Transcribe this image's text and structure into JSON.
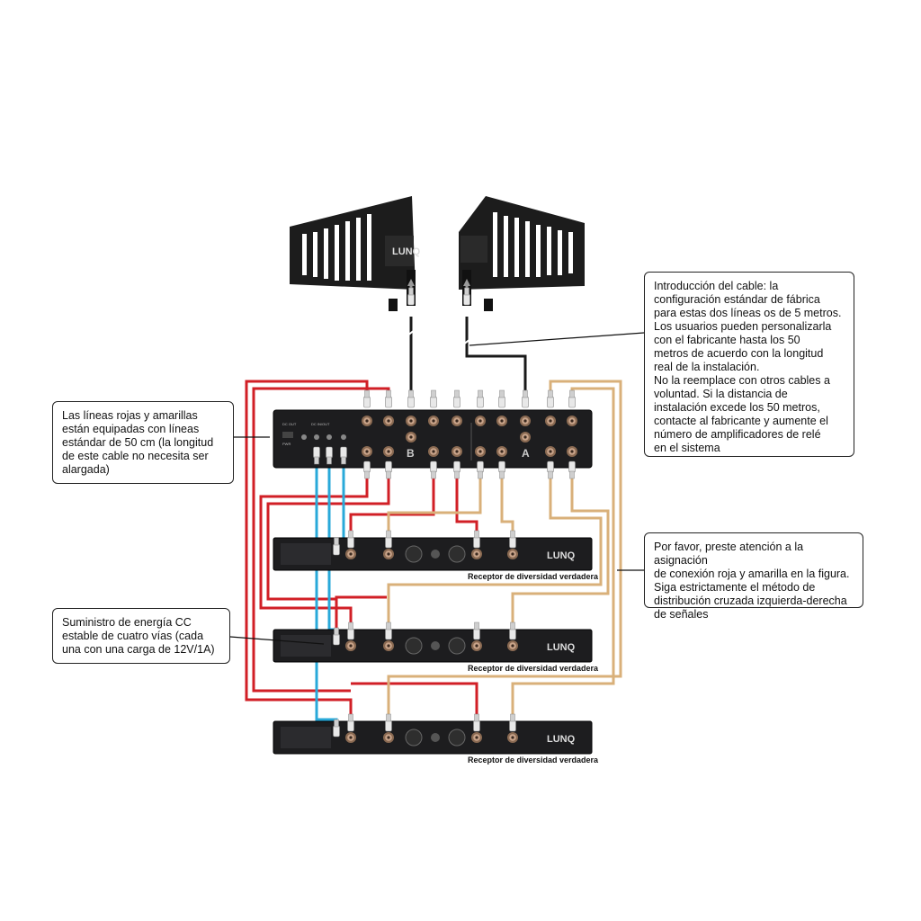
{
  "brand": "LUNQ",
  "antennas": [
    {
      "name": "left-antenna",
      "logo": "LUNQ"
    },
    {
      "name": "right-antenna",
      "logo": ""
    }
  ],
  "distributor": {
    "port_labels": [
      "B",
      "A"
    ],
    "small_labels": [
      "DC OUT",
      "DC IN/OUT",
      "PWR"
    ]
  },
  "receivers": [
    {
      "caption": "Receptor de diversidad verdadera",
      "logo": "LUNQ"
    },
    {
      "caption": "Receptor de diversidad verdadera",
      "logo": "LUNQ"
    },
    {
      "caption": "Receptor de diversidad verdadera",
      "logo": "LUNQ"
    }
  ],
  "callouts": {
    "cable": "Introducción del cable: la\nconfiguración estándar de fábrica\npara estas dos líneas os de 5 metros.\nLos usuarios pueden personalizarla\ncon el fabricante hasta los 50\nmetros de acuerdo con la longitud\nreal de la instalación.\nNo la reemplace con otros cables a\nvoluntad. Si la distancia de\ninstalación excede los 50 metros,\ncontacte al fabricante y aumente el\nnúmero de amplificadores de relé\nen el sistema",
    "lines": "Las líneas rojas y amarillas\nestán equipadas con líneas\nestándar de 50 cm (la longitud\nde este cable no necesita ser\nalargada)",
    "assign": "Por favor, preste atención a la asignación\nde conexión roja y amarilla en la figura.\nSiga estrictamente el método de\ndistribución cruzada izquierda-derecha\nde señales",
    "power": "Suministro de energía CC\nestable de cuatro vías (cada\nuna con una carga de 12V/1A)"
  },
  "colors": {
    "red_cable": "#d11f26",
    "yellow_cable": "#d9b07a",
    "blue_cable": "#29a9d9",
    "black_cable": "#1a1a1a",
    "device_body": "#1d1d1f"
  },
  "icons": [
    "antenna-icon",
    "bnc-connector-icon",
    "dc-jack-icon",
    "xlr-connector-icon",
    "arrow-up-icon"
  ]
}
